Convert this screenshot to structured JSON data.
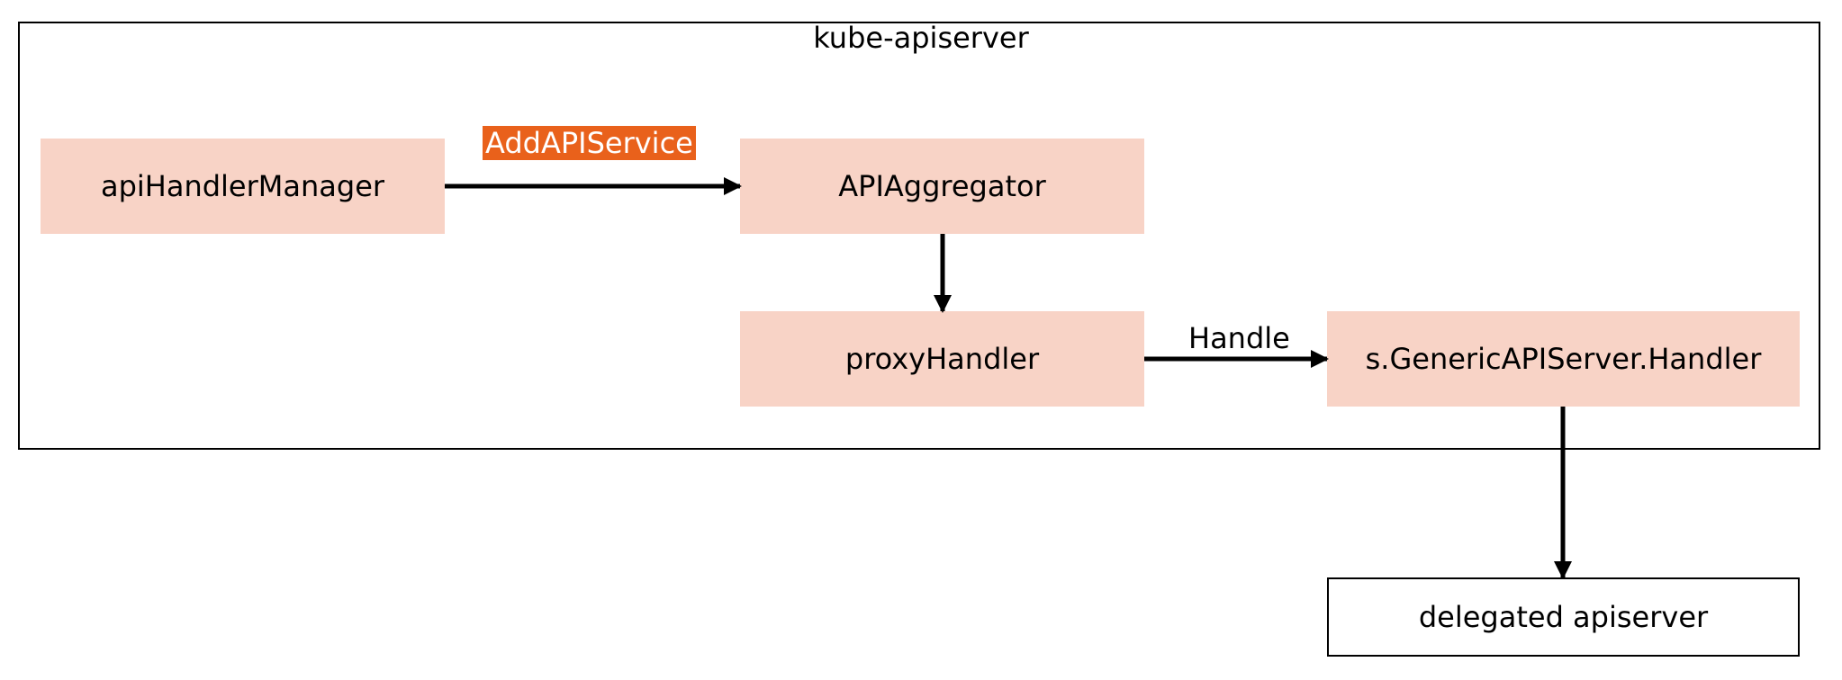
{
  "diagram": {
    "container": {
      "title": "kube-apiserver"
    },
    "nodes": {
      "api_handler_manager": "apiHandlerManager",
      "api_aggregator": "APIAggregator",
      "proxy_handler": "proxyHandler",
      "generic_handler": "s.GenericAPIServer.Handler",
      "delegated": "delegated apiserver"
    },
    "edges": {
      "add_api_service": "AddAPIService",
      "handle": "Handle"
    },
    "colors": {
      "node_fill": "#f8d3c6",
      "highlight_label": "#e9611b",
      "stroke": "#000000"
    }
  }
}
